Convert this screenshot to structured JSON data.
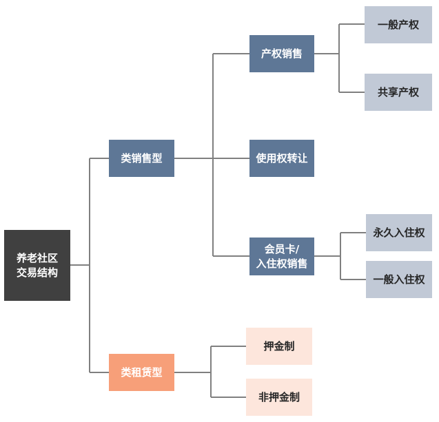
{
  "root": {
    "label": "养老社区\n交易结构"
  },
  "sales": {
    "label": "类销售型",
    "children": {
      "property": {
        "label": "产权销售",
        "leaves": [
          "一般产权",
          "共享产权"
        ]
      },
      "usage": {
        "label": "使用权转让"
      },
      "membership": {
        "label": "会员卡/\n入住权销售",
        "leaves": [
          "永久入住权",
          "一般入住权"
        ]
      }
    }
  },
  "rental": {
    "label": "类租赁型",
    "leaves": [
      "押金制",
      "非押金制"
    ]
  },
  "colors": {
    "root": "#404040",
    "blue": "#5e7796",
    "orange": "#f79f79",
    "leaf_gray": "#c1c9d6",
    "leaf_pink": "#fde6dc",
    "connector": "#7f7f7f"
  }
}
